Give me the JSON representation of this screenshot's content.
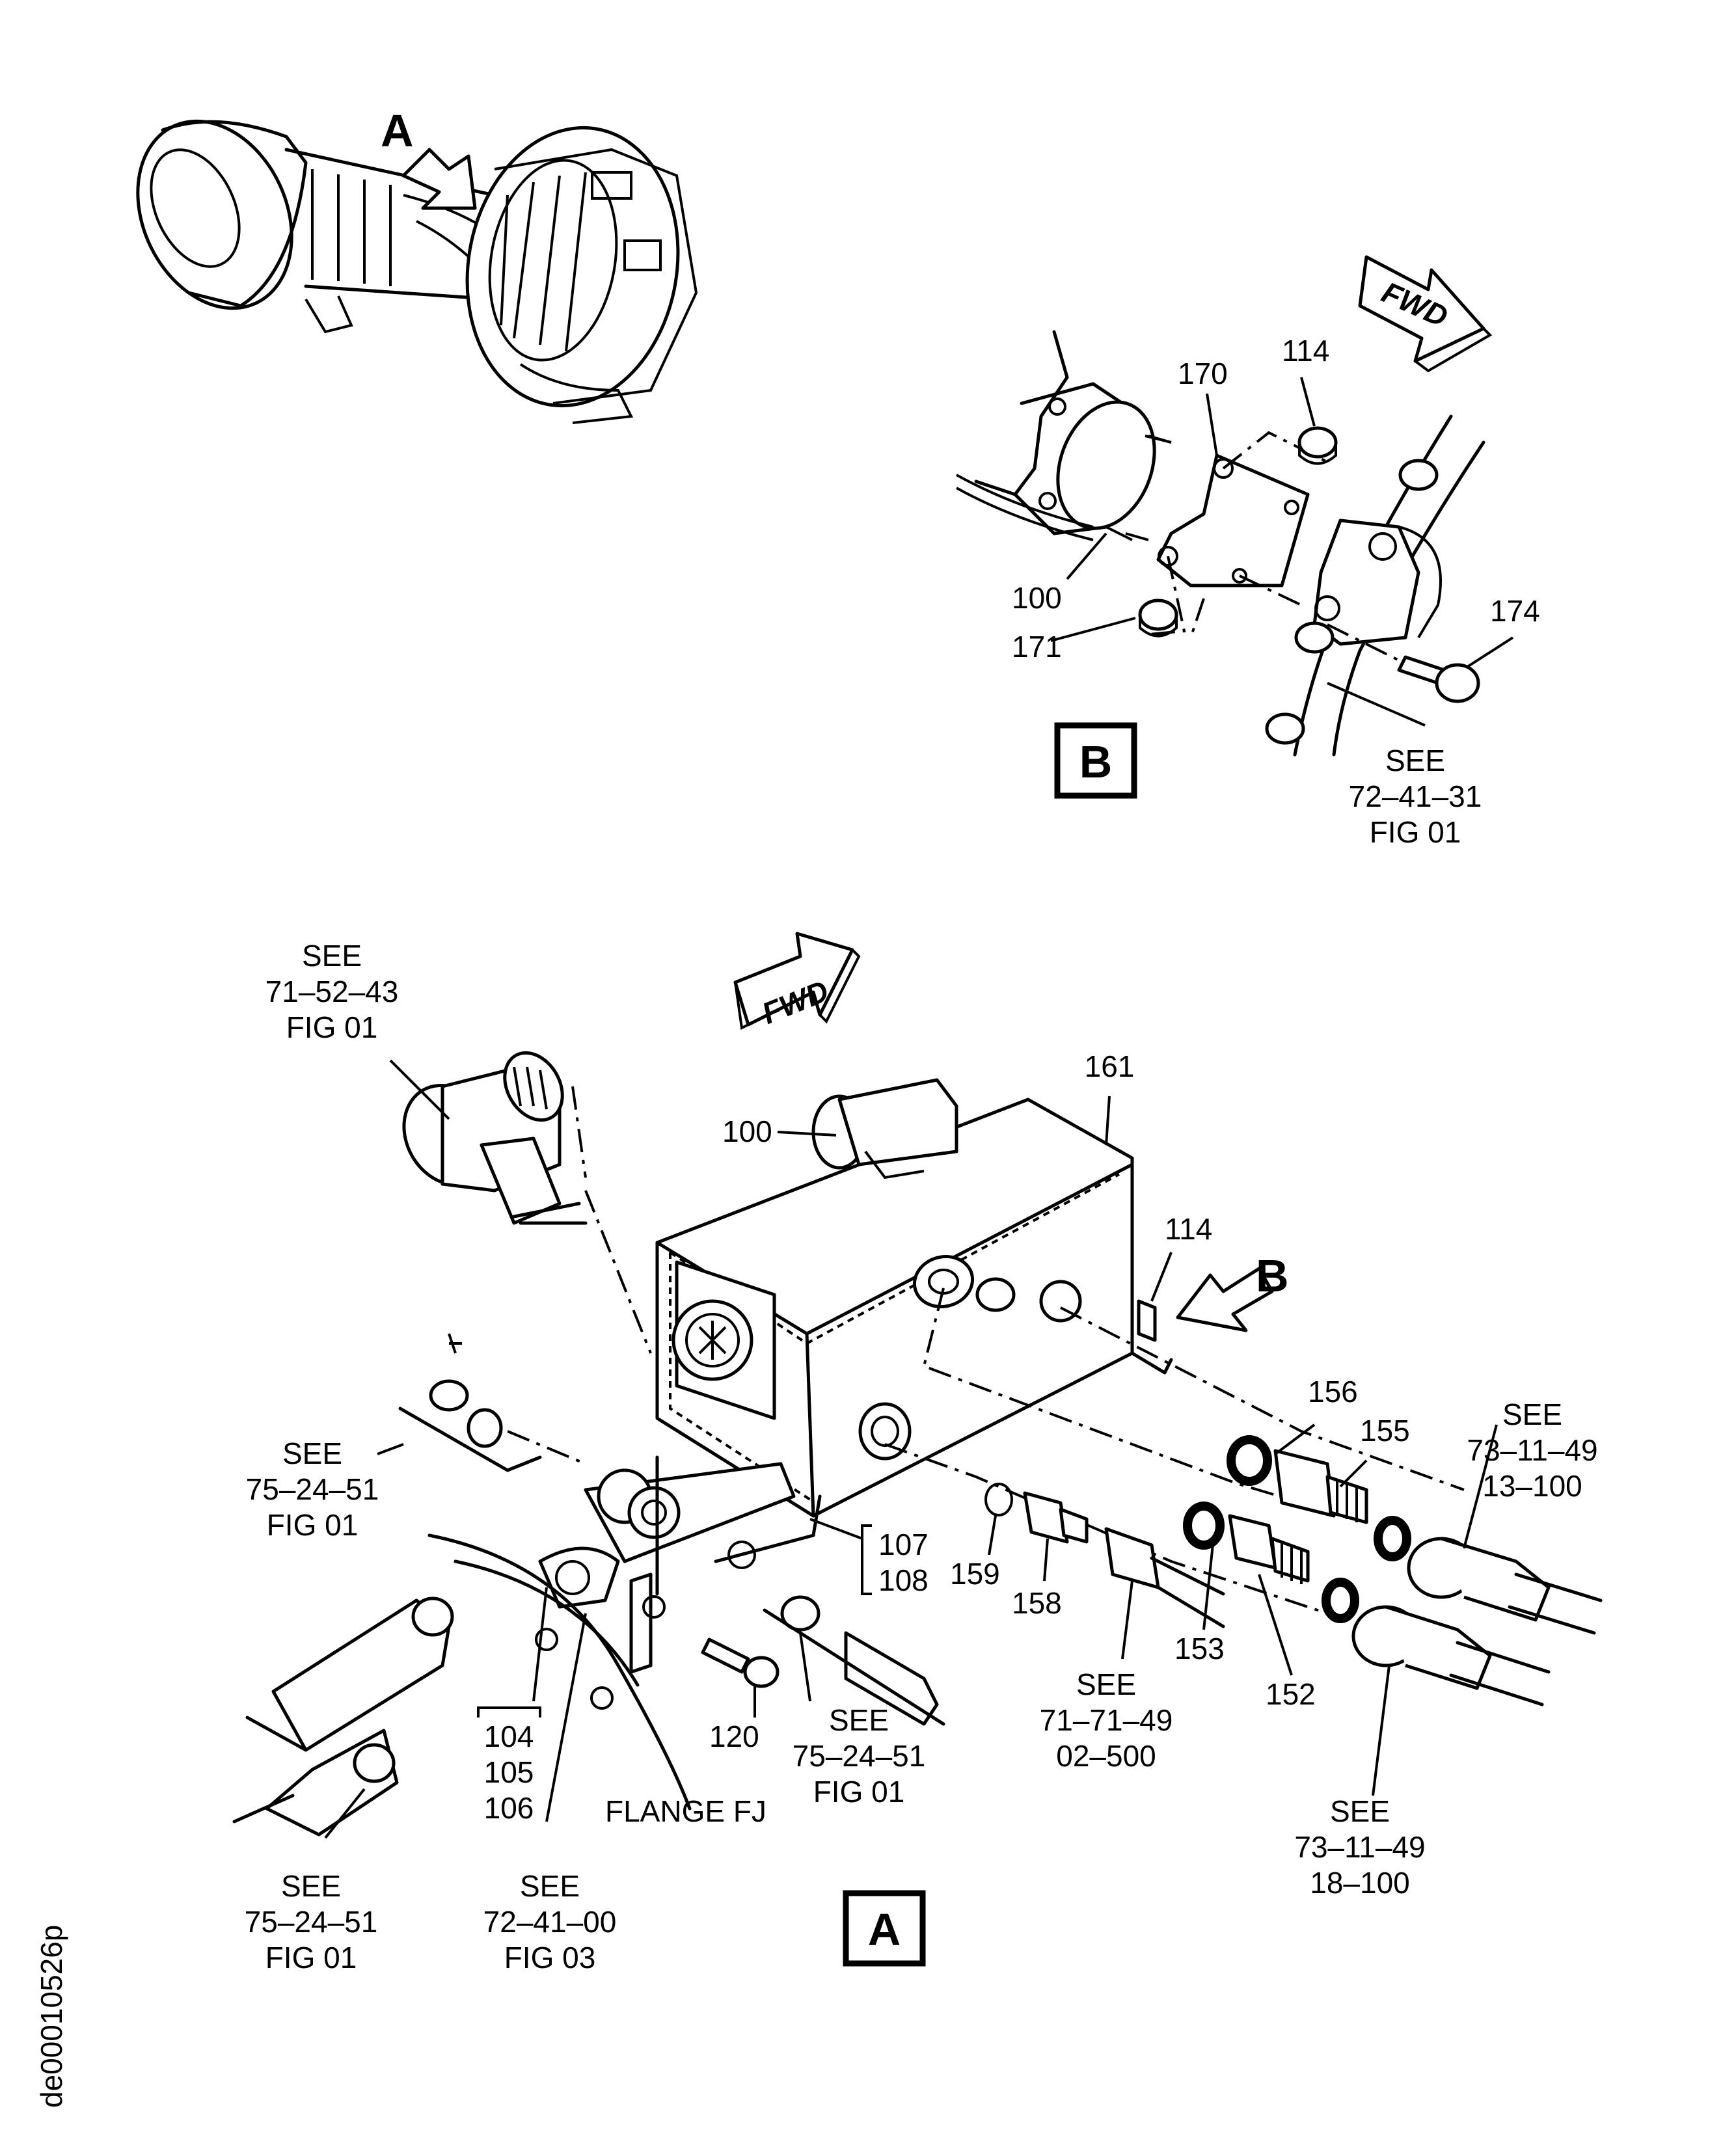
{
  "figure_id": "de00010526p",
  "views": {
    "view_a": "A",
    "view_b": "B"
  },
  "arrow_labels": {
    "overview_a": "A",
    "view_b_pointer": "B"
  },
  "fwd_labels": {
    "upper": "FWD",
    "lower": "FWD"
  },
  "view_b": {
    "items": [
      "170",
      "114",
      "100",
      "171",
      "174"
    ],
    "ref": [
      "SEE",
      "72–41–31",
      "FIG 01"
    ]
  },
  "view_a": {
    "items": [
      "161",
      "100",
      "114",
      "156",
      "155",
      "159",
      "158",
      "153",
      "152",
      "120"
    ],
    "bracket_107_108": [
      "107",
      "108"
    ],
    "bracket_104_106": [
      "104",
      "105",
      "106"
    ],
    "flange": "FLANGE FJ",
    "refs": {
      "r_71_52_43": [
        "SEE",
        "71–52–43",
        "FIG 01"
      ],
      "r_73_11_49_13": [
        "SEE",
        "73–11–49",
        "13–100"
      ],
      "r_75_24_51_a": [
        "SEE",
        "75–24–51",
        "FIG 01"
      ],
      "r_75_24_51_b": [
        "SEE",
        "75–24–51",
        "FIG 01"
      ],
      "r_71_71_49": [
        "SEE",
        "71–71–49",
        "02–500"
      ],
      "r_73_11_49_18": [
        "SEE",
        "73–11–49",
        "18–100"
      ],
      "r_75_24_51_c": [
        "SEE",
        "75–24–51",
        "FIG 01"
      ],
      "r_72_41_00": [
        "SEE",
        "72–41–00",
        "FIG 03"
      ]
    }
  }
}
